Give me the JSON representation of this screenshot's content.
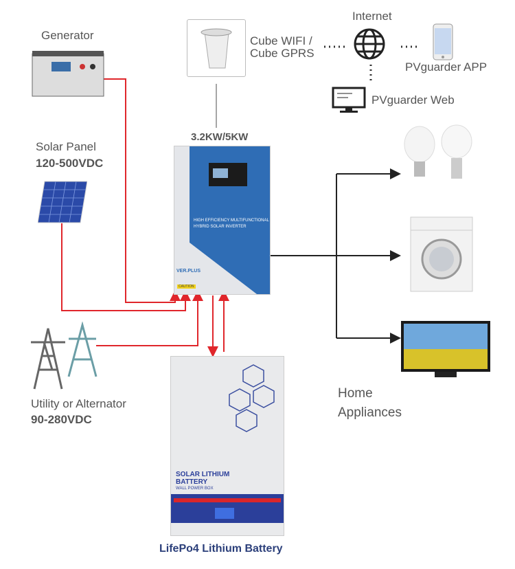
{
  "generator": {
    "label": "Generator"
  },
  "solar": {
    "label": "Solar Panel",
    "voltage": "120-500VDC"
  },
  "utility": {
    "label": "Utility or Alternator",
    "voltage": "90-280VDC"
  },
  "cube": {
    "label_line1": "Cube WIFI /",
    "label_line2": "Cube GPRS"
  },
  "internet": {
    "label": "Internet"
  },
  "app": {
    "label": "PVguarder APP"
  },
  "web": {
    "label": "PVguarder Web"
  },
  "inverter": {
    "power": "3.2KW/5KW",
    "text_line1": "HIGH EFFICIENCY MULTIFUNCTIONAL",
    "text_line2": "HYBRID SOLAR INVERTER",
    "model": "VER.PLUS",
    "caution": "CAUTION"
  },
  "battery": {
    "text_line1": "SOLAR LITHIUM",
    "text_line2": "BATTERY",
    "text_line3": "WALL POWER BOX",
    "label": "LifePo4 Lithium Battery"
  },
  "appliances": {
    "label_line1": "Home",
    "label_line2": "Appliances"
  },
  "colors": {
    "power_line": "#e0262b",
    "output_line": "#222222",
    "inverter_blue": "#2f6db5",
    "battery_blue": "#2b3f9a"
  }
}
